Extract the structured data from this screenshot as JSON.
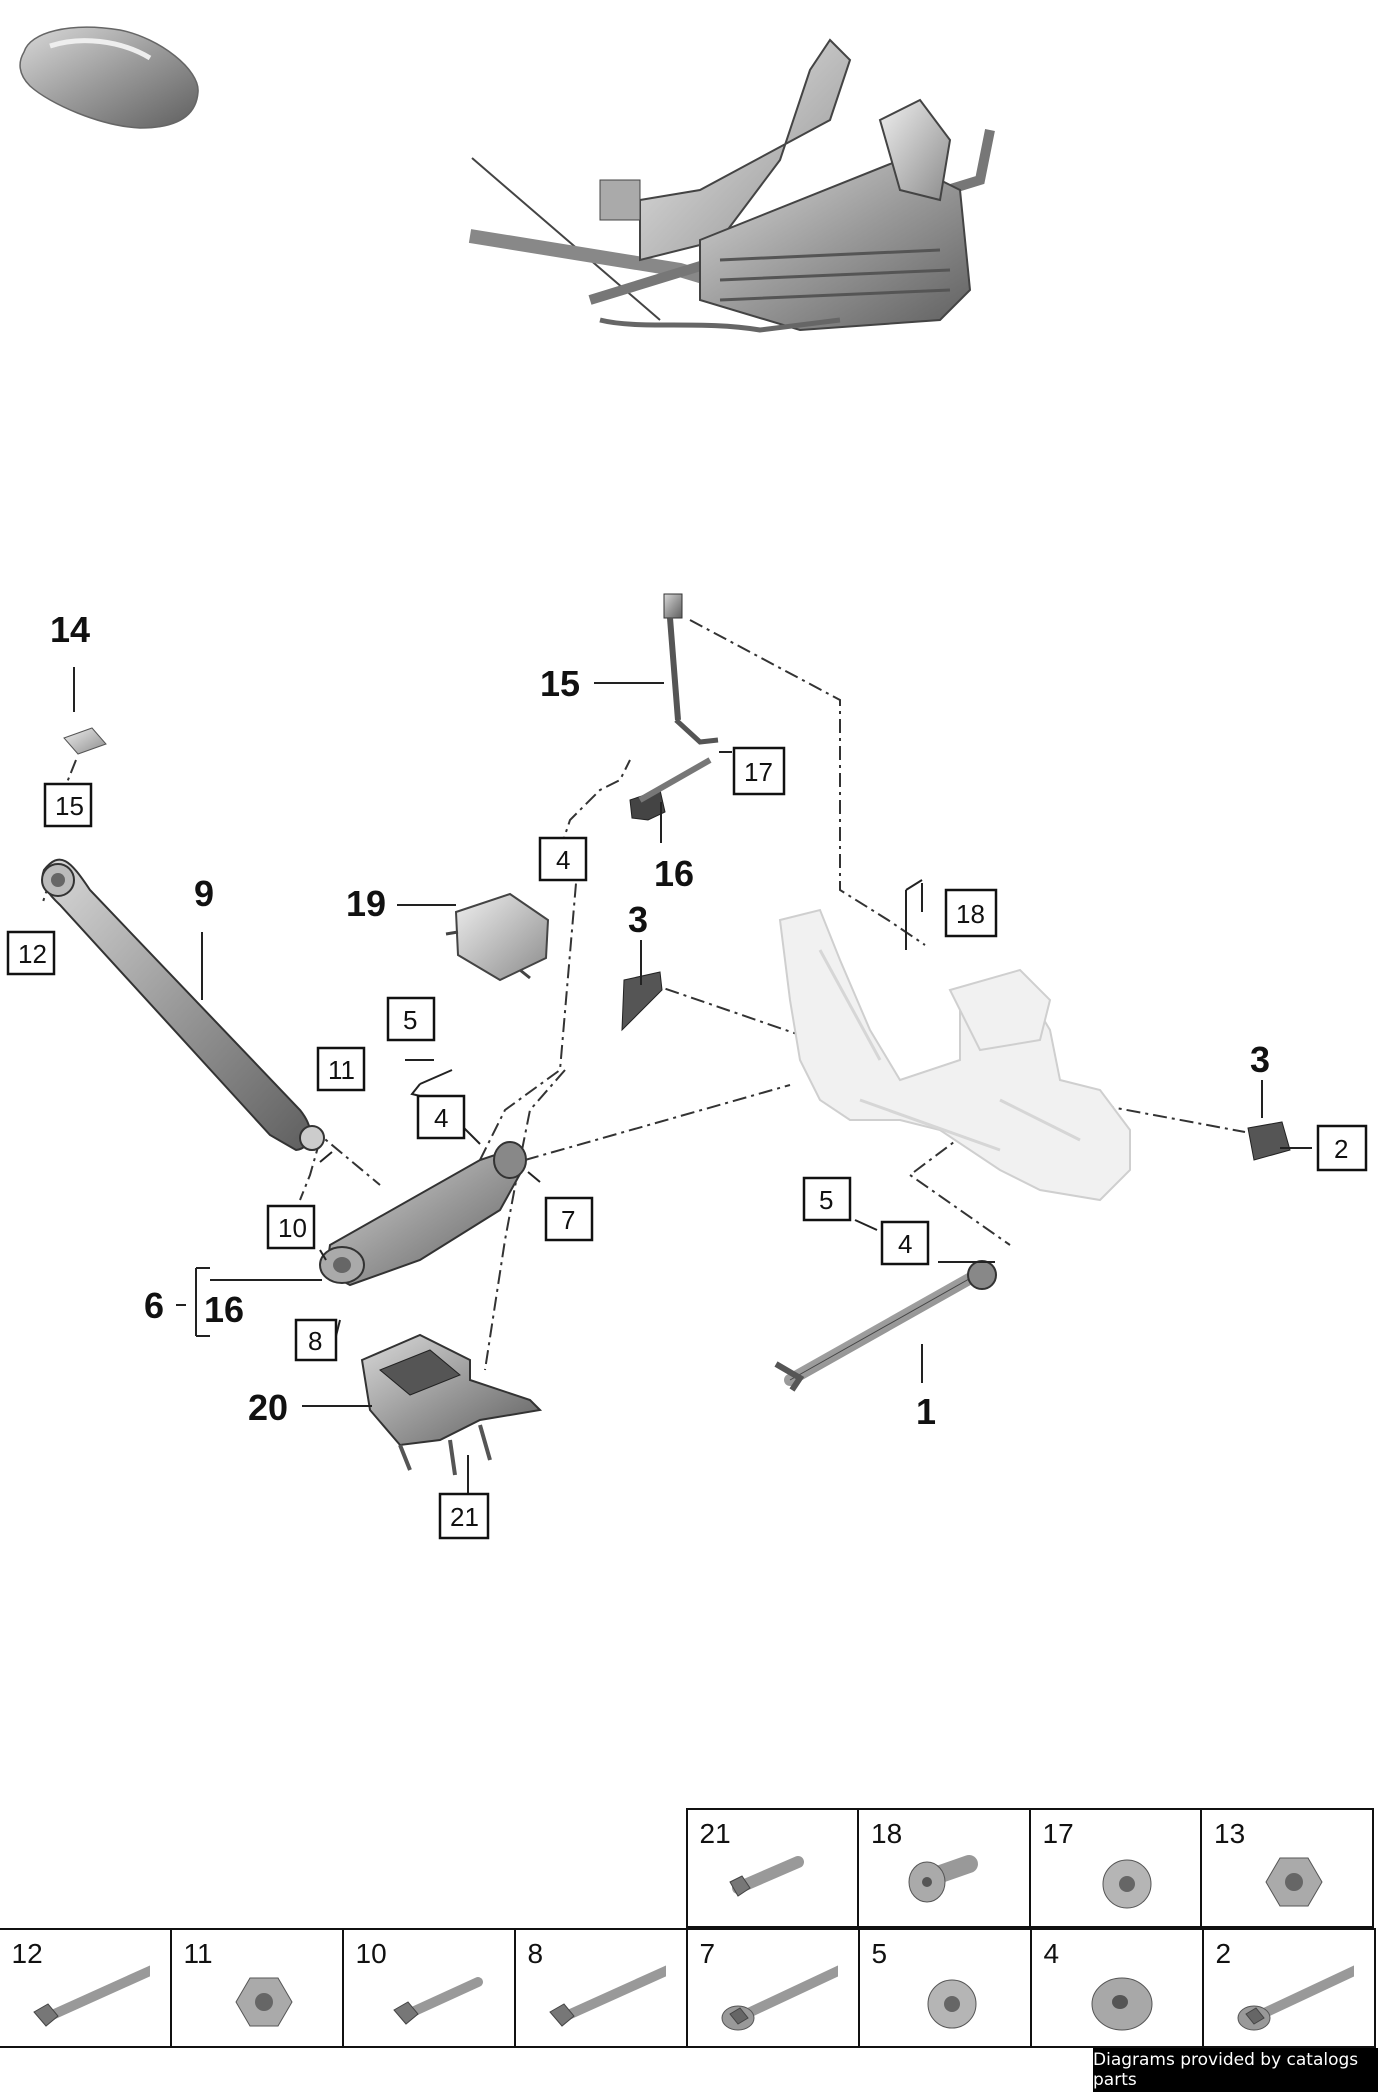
{
  "credit": "Diagrams provided by catalogs parts",
  "callouts_bold": {
    "c14": "14",
    "c9": "9",
    "c19": "19",
    "c15": "15",
    "c16": "16",
    "c3a": "3",
    "c3b": "3",
    "c6": "6",
    "c16b": "16",
    "c20": "20",
    "c1": "1"
  },
  "callouts_boxed": {
    "b15": "15",
    "b12": "12",
    "b4a": "4",
    "b17": "17",
    "b18": "18",
    "b5a": "5",
    "b11": "11",
    "b4b": "4",
    "b10": "10",
    "b7": "7",
    "b8": "8",
    "b21": "21",
    "b5b": "5",
    "b4c": "4",
    "b2": "2"
  },
  "fasteners_top": [
    {
      "num": "21",
      "icon": "bolt-short-icon"
    },
    {
      "num": "18",
      "icon": "torx-bolt-icon"
    },
    {
      "num": "17",
      "icon": "flange-nut-icon"
    },
    {
      "num": "13",
      "icon": "hex-nut-icon"
    }
  ],
  "fasteners_bottom": [
    {
      "num": "12",
      "icon": "long-bolt-icon"
    },
    {
      "num": "11",
      "icon": "hex-nut-icon"
    },
    {
      "num": "10",
      "icon": "medium-bolt-icon"
    },
    {
      "num": "8",
      "icon": "long-bolt-icon"
    },
    {
      "num": "7",
      "icon": "long-bolt-washer-icon"
    },
    {
      "num": "5",
      "icon": "flange-nut-icon"
    },
    {
      "num": "4",
      "icon": "washer-icon"
    },
    {
      "num": "2",
      "icon": "long-bolt-washer-icon"
    }
  ]
}
